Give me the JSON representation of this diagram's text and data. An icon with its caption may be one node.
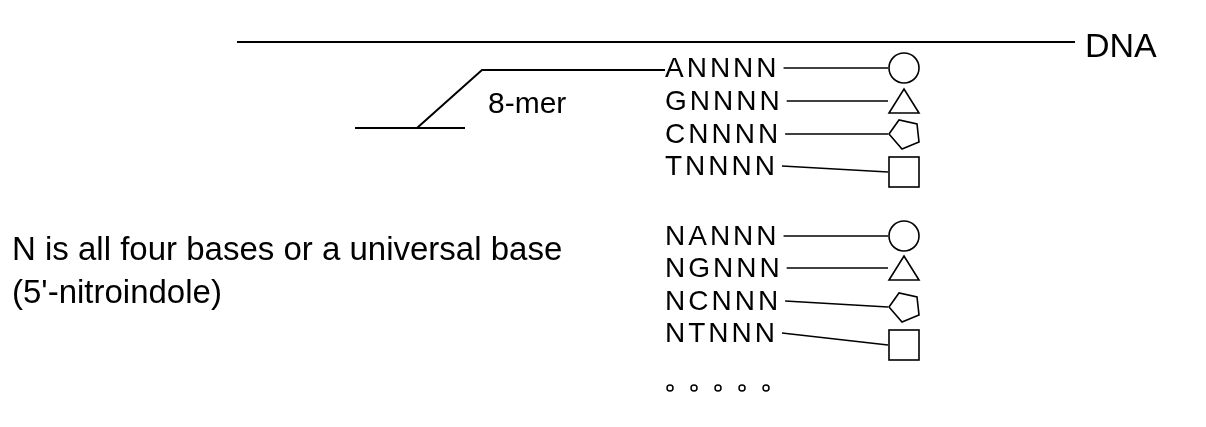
{
  "diagram": {
    "nodes": [
      {
        "text": [
          "ANNNN"
        ]
      },
      {
        "text": [],
        "shape": "circle"
      },
      {
        "text": [
          "GNNNN"
        ]
      },
      {
        "text": [],
        "shape": "triangle"
      },
      {
        "text": [
          "CNNNN"
        ]
      },
      {
        "text": [],
        "shape": "pentagon"
      },
      {
        "text": [
          "TNNNN"
        ]
      },
      {
        "text": [],
        "shape": "box"
      },
      {
        "text": [
          "NANNN"
        ]
      },
      {
        "text": [],
        "shape": "circle"
      },
      {
        "text": [
          "NGNNN"
        ]
      },
      {
        "text": [],
        "shape": "triangle"
      },
      {
        "text": [
          "NCNNN"
        ]
      },
      {
        "text": [],
        "shape": "pentagon"
      },
      {
        "text": [
          "NTNNN"
        ]
      },
      {
        "text": [],
        "shape": "box"
      }
    ],
    "edges": [
      {
        "from": 0,
        "to": 1,
        "arrow": "none"
      },
      {
        "from": 2,
        "to": 3,
        "arrow": "none"
      },
      {
        "from": 4,
        "to": 5,
        "arrow": "none"
      },
      {
        "from": 6,
        "to": 7,
        "arrow": "none"
      },
      {
        "from": 8,
        "to": 9,
        "arrow": "none"
      },
      {
        "from": 10,
        "to": 11,
        "arrow": "none"
      },
      {
        "from": 12,
        "to": 13,
        "arrow": "none"
      },
      {
        "from": 14,
        "to": 15,
        "arrow": "none"
      }
    ],
    "labels": [
      "DNA",
      "8-mer",
      "N is all four bases or a universal base (5'-nitroindole)"
    ]
  }
}
